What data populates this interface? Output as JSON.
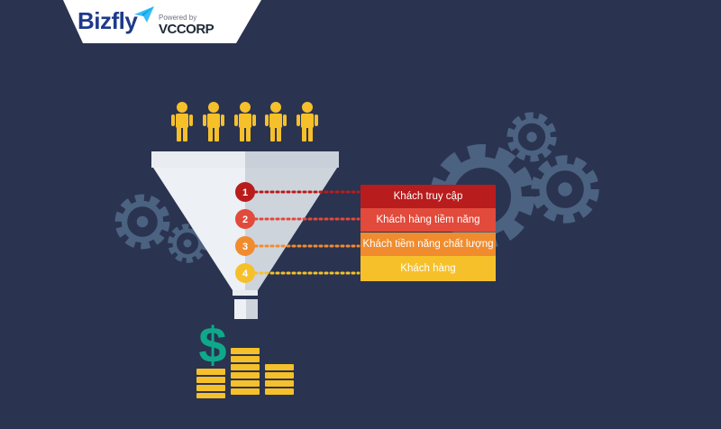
{
  "header": {
    "brand_name": "Bizfly",
    "powered_by": "Powered by",
    "partner_name": "VCCORP",
    "brand_color": "#1e3a8a"
  },
  "background_color": "#2a3350",
  "funnel": {
    "stages": [
      {
        "number": "1",
        "label": "Khách truy cập",
        "color": "#b91c1c"
      },
      {
        "number": "2",
        "label": "Khách hàng tiềm năng",
        "color": "#e24a3b"
      },
      {
        "number": "3",
        "label": "Khách tiềm năng chất lượng",
        "color": "#f08c2e"
      },
      {
        "number": "4",
        "label": "Khách hàng",
        "color": "#f6c02a"
      }
    ]
  },
  "money": {
    "symbol": "$",
    "symbol_color": "#10a88a",
    "coin_color": "#f6c02a"
  },
  "people_color": "#f6c02a",
  "icons": [
    "person-icon",
    "gear-icon",
    "dollar-icon",
    "coin-stack-icon",
    "paper-plane-icon"
  ]
}
